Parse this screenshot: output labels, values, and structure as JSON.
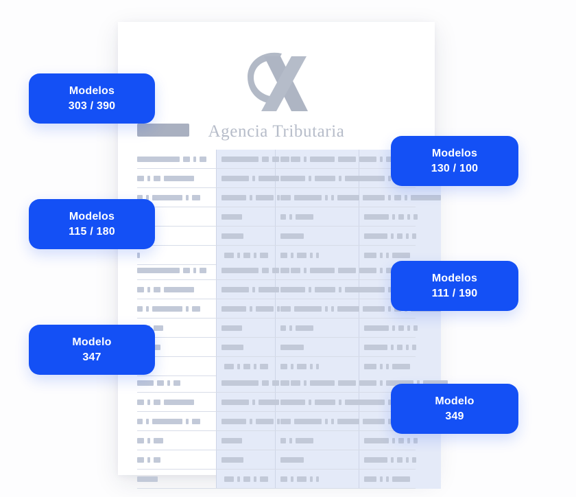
{
  "document": {
    "logo_icon": "agencia-tributaria-x-logo",
    "logo_caption": "Agencia Tributaria",
    "colors": {
      "accent_blue": "#1450F5",
      "badge_text": "#FFFFFF",
      "logo_gray": "#B6BCC9",
      "skeleton_bar": "#C2C9D8",
      "skeleton_bar_dark": "#AAB1C1",
      "column_highlight": "#E4EAF8",
      "rule_line": "#D7DCE8",
      "page_background": "#FFFFFF",
      "stage_background": "#FDFDFE"
    }
  },
  "callouts": [
    {
      "id": "badge-303",
      "line1": "Modelos",
      "line2": "303 / 390",
      "side": "left"
    },
    {
      "id": "badge-130",
      "line1": "Modelos",
      "line2": "130 / 100",
      "side": "right"
    },
    {
      "id": "badge-115",
      "line1": "Modelos",
      "line2": "115 / 180",
      "side": "left"
    },
    {
      "id": "badge-111",
      "line1": "Modelos",
      "line2": "111 / 190",
      "side": "right"
    },
    {
      "id": "badge-347",
      "line1": "Modelo",
      "line2": "347",
      "side": "left"
    },
    {
      "id": "badge-349",
      "line1": "Modelo",
      "line2": "349",
      "side": "right"
    }
  ],
  "skeleton": {
    "description": "Placeholder document preview with gray bar rows and highlighted columns",
    "sections": [
      {
        "name": "section-1",
        "has_header_block": true,
        "rows": [
          {
            "c0": [
              62,
              10,
              4,
              10
            ],
            "c1": [
              54,
              10,
              10,
              10
            ],
            "c2": [
              10,
              14,
              4,
              36,
              26,
              12
            ],
            "c3": [
              18,
              4,
              40,
              4,
              12
            ]
          },
          {
            "c0": [
              10,
              4,
              10,
              44
            ],
            "c1": [
              40,
              4,
              30,
              4
            ],
            "c2": [
              36,
              4,
              30,
              4,
              30,
              4,
              6
            ],
            "c3": [
              30,
              4,
              10,
              4,
              46
            ]
          },
          {
            "c0": [
              8,
              4,
              44,
              4,
              12
            ],
            "c1": [
              36,
              4,
              26,
              4,
              10
            ],
            "c2": [
              6,
              4,
              40,
              4,
              4,
              32,
              4,
              20
            ],
            "c3": [
              30,
              4,
              10,
              4,
              44
            ]
          },
          {
            "c0": [
              6
            ],
            "c1": [
              30
            ],
            "c2": [
              8,
              4,
              26
            ],
            "c3": [
              36,
              4,
              8,
              4,
              6
            ]
          },
          {
            "c0": [
              4
            ],
            "c1": [
              32
            ],
            "c2": [
              34
            ],
            "c3": [
              34,
              4,
              8,
              4,
              6
            ]
          },
          {
            "c0": [
              4
            ],
            "c1": [
              14,
              4,
              10,
              4,
              12,
              "r"
            ],
            "c2": [
              10,
              4,
              14,
              4,
              4
            ],
            "c3": [
              18,
              4,
              4,
              26
            ]
          }
        ]
      },
      {
        "name": "section-2",
        "has_header_block": false,
        "rows": [
          {
            "c0": [
              62,
              10,
              4,
              10
            ],
            "c1": [
              54,
              10,
              10,
              10
            ],
            "c2": [
              10,
              14,
              4,
              36,
              26,
              12
            ],
            "c3": [
              18,
              4,
              40,
              4,
              12
            ]
          },
          {
            "c0": [
              10,
              4,
              10,
              44
            ],
            "c1": [
              40,
              4,
              30,
              4
            ],
            "c2": [
              36,
              4,
              30,
              4,
              30,
              4,
              6
            ],
            "c3": [
              30,
              4,
              10,
              4,
              46
            ]
          },
          {
            "c0": [
              8,
              4,
              44,
              4,
              12
            ],
            "c1": [
              36,
              4,
              26,
              4,
              10
            ],
            "c2": [
              6,
              4,
              40,
              4,
              4,
              32,
              4,
              20
            ],
            "c3": [
              30,
              4,
              10,
              4,
              44
            ]
          },
          {
            "c0": [
              10,
              4,
              14
            ],
            "c1": [
              30
            ],
            "c2": [
              8,
              4,
              26
            ],
            "c3": [
              36,
              4,
              8,
              4,
              6
            ]
          },
          {
            "c0": [
              10,
              4,
              10
            ],
            "c1": [
              32
            ],
            "c2": [
              34
            ],
            "c3": [
              34,
              4,
              8,
              4,
              6
            ]
          },
          {
            "c0": [
              4
            ],
            "c1": [
              14,
              4,
              10,
              4,
              12,
              "r"
            ],
            "c2": [
              10,
              4,
              14,
              4,
              4
            ],
            "c3": [
              18,
              4,
              4,
              26
            ]
          }
        ]
      },
      {
        "name": "section-3",
        "has_header_block": false,
        "rows": [
          {
            "c0": [
              24,
              10,
              4,
              10
            ],
            "c1": [
              54,
              10,
              10,
              10
            ],
            "c2": [
              10,
              14,
              4,
              36,
              26,
              12
            ],
            "c3": [
              18,
              4,
              40,
              4,
              36
            ]
          },
          {
            "c0": [
              10,
              4,
              10,
              44
            ],
            "c1": [
              40,
              4,
              30,
              4
            ],
            "c2": [
              36,
              4,
              30,
              4,
              30,
              4,
              6
            ],
            "c3": [
              30,
              4,
              10,
              4,
              46
            ]
          },
          {
            "c0": [
              8,
              4,
              44,
              4,
              12
            ],
            "c1": [
              36,
              4,
              26,
              4,
              10
            ],
            "c2": [
              6,
              4,
              40,
              4,
              4,
              32,
              4,
              20
            ],
            "c3": [
              30,
              4,
              10,
              4,
              44
            ]
          },
          {
            "c0": [
              10,
              4,
              14
            ],
            "c1": [
              30
            ],
            "c2": [
              8,
              4,
              26
            ],
            "c3": [
              36,
              4,
              8,
              4,
              6
            ]
          },
          {
            "c0": [
              10,
              4,
              10
            ],
            "c1": [
              32
            ],
            "c2": [
              34
            ],
            "c3": [
              34,
              4,
              8,
              4,
              6
            ]
          },
          {
            "c0": [
              30
            ],
            "c1": [
              14,
              4,
              10,
              4,
              12,
              "r"
            ],
            "c2": [
              10,
              4,
              14,
              4,
              4
            ],
            "c3": [
              18,
              4,
              4,
              26
            ]
          }
        ]
      }
    ]
  }
}
